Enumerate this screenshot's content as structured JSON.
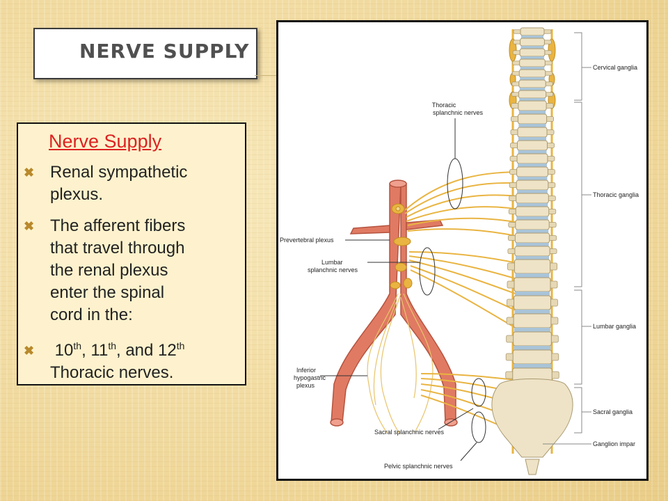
{
  "slide": {
    "title": "NERVE SUPPLY",
    "box_heading": "Nerve Supply",
    "bullets": [
      {
        "lines": [
          "Renal sympathetic",
          "plexus."
        ]
      },
      {
        "lines": [
          "The afferent fibers",
          "that travel through",
          "the renal plexus",
          "enter the spinal",
          "cord in the:"
        ]
      },
      {
        "parts": [
          "10",
          "th",
          ", 11",
          "th",
          ", and 12",
          "th"
        ],
        "line2": "Thoracic  nerves."
      }
    ]
  },
  "figure": {
    "labels": {
      "cervical_ganglia": "Cervical ganglia",
      "thoracic_ganglia": "Thoracic ganglia",
      "lumbar_ganglia": "Lumbar ganglia",
      "sacral_ganglia": "Sacral ganglia",
      "ganglion_impar": "Ganglion impar",
      "thoracic_splanchnic_1": "Thoracic",
      "thoracic_splanchnic_2": "splanchnic nerves",
      "prevertebral_plexus": "Prevertebral plexus",
      "lumbar_splanchnic_1": "Lumbar",
      "lumbar_splanchnic_2": "splanchnic nerves",
      "inferior_hypogastric_1": "Inferior",
      "inferior_hypogastric_2": "hypogastric",
      "inferior_hypogastric_3": "plexus",
      "sacral_splanchnic": "Sacral splanchnic nerves",
      "pelvic_splanchnic": "Pelvic splanchnic nerves"
    }
  },
  "colors": {
    "background": "#f3dfa4",
    "heading_red": "#dd2222",
    "bullet_gold": "#b9892b",
    "aorta": "#e07a63",
    "nerve": "#e9b441",
    "vertebra": "#eee3c6",
    "disc": "#a9c4d8"
  }
}
